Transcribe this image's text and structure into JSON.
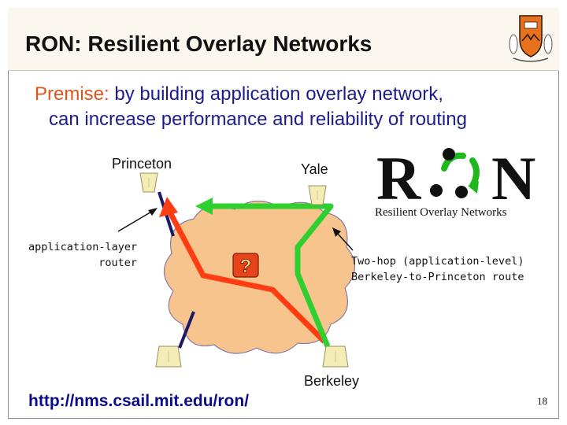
{
  "slide": {
    "title": "RON: Resilient Overlay Networks",
    "premise_lead": "Premise:",
    "premise_rest": " by building application overlay network,",
    "premise_line2": "can increase performance and reliability of routing",
    "url": "http://nms.csail.mit.edu/ron/",
    "page_number": "18"
  },
  "diagram": {
    "labels": {
      "princeton": "Princeton",
      "yale": "Yale",
      "berkeley": "Berkeley",
      "router_line1": "application-layer",
      "router_line2": "router",
      "two_hop_line1": "Two-hop (application-level)",
      "two_hop_line2": "Berkeley-to-Princeton route",
      "cloud_badge": "?"
    },
    "logo": {
      "letter_left": "R",
      "letter_right": "N",
      "tagline": "Resilient Overlay Networks"
    },
    "colors": {
      "cloud": "#f6c48c",
      "direct_route": "#ff3d12",
      "overlay_route": "#2ecf2e",
      "backbone": "#1a1a66",
      "router": "#f3edb5",
      "title_text": "#111111",
      "premise_lead": "#e0541b",
      "premise_text": "#1c1c8c",
      "url": "#0b0b8a"
    }
  }
}
